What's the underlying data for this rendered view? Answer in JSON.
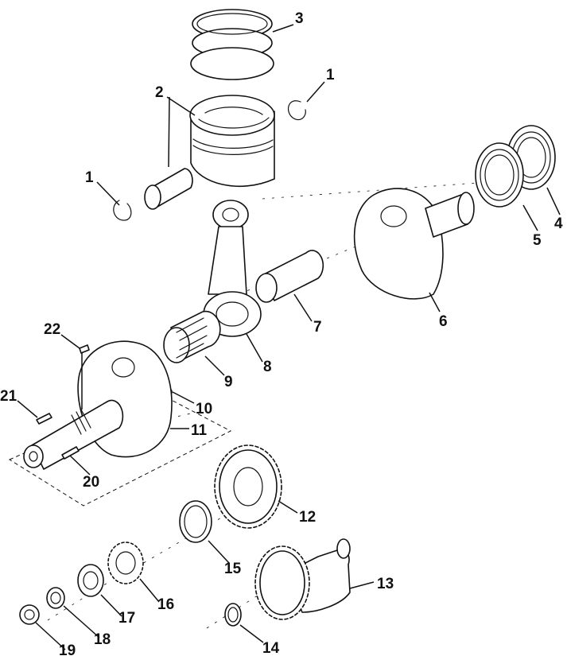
{
  "callouts": {
    "p1a": "1",
    "p1b": "1",
    "p2": "2",
    "p3": "3",
    "p4": "4",
    "p5": "5",
    "p6": "6",
    "p7": "7",
    "p8": "8",
    "p9": "9",
    "p10": "10",
    "p11": "11",
    "p12": "12",
    "p13": "13",
    "p14": "14",
    "p15": "15",
    "p16": "16",
    "p17": "17",
    "p18": "18",
    "p19": "19",
    "p20": "20",
    "p21": "21",
    "p22": "22"
  }
}
